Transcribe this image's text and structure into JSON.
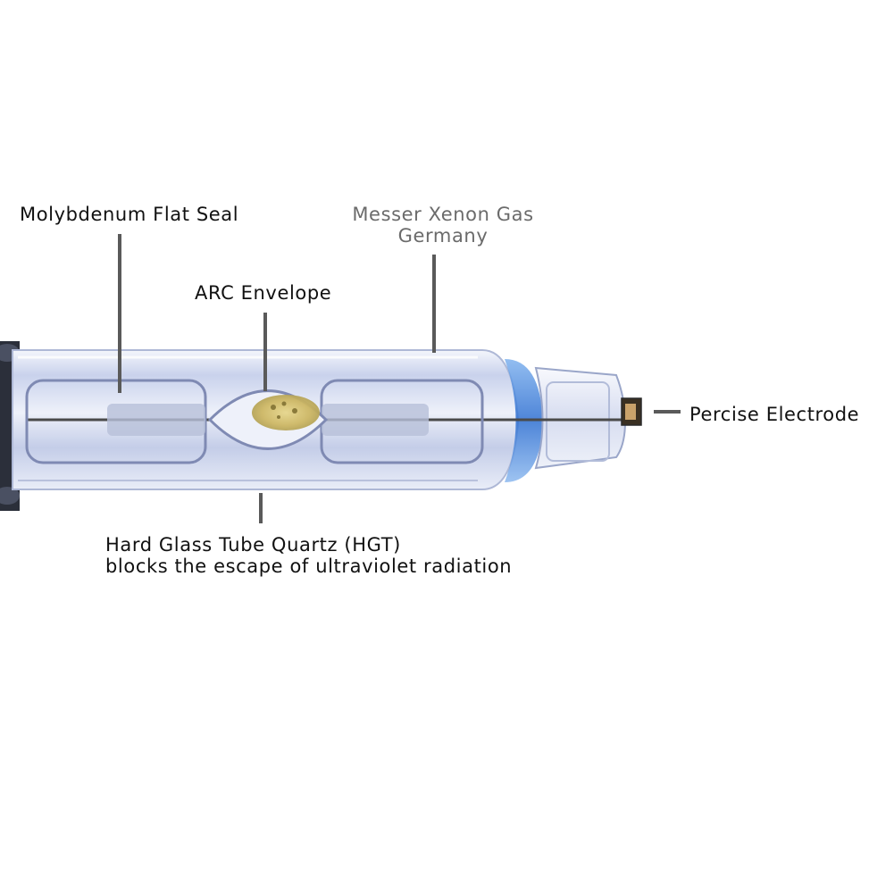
{
  "labels": {
    "molybdenum": "Molybdenum Flat Seal",
    "xenon_line1": "Messer Xenon Gas",
    "xenon_line2": "Germany",
    "arc": "ARC Envelope",
    "electrode": "Percise Electrode",
    "hgt_line1": "Hard Glass Tube Quartz (HGT)",
    "hgt_line2": "blocks the escape of ultraviolet radiation"
  },
  "colors": {
    "text": "#111111",
    "muted_text": "#6b6b6b",
    "leader": "#5a5a5a",
    "glass": "#dfe6f5",
    "glass_edge": "#9aa6c9",
    "glass_shadow": "#6f7aa6",
    "arc_fill": "#d8c87a",
    "blue_ring": "#2e6fd1",
    "metal": "#3c3c3c"
  }
}
